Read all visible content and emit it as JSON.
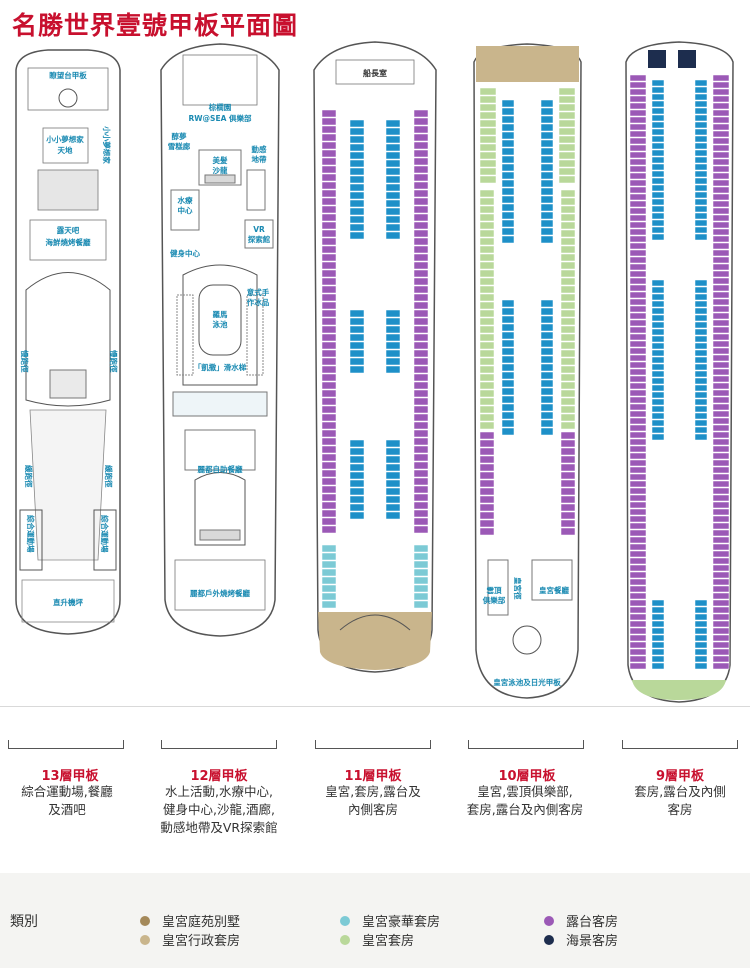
{
  "page_title": "名勝世界壹號甲板平面圖",
  "colors": {
    "title_red": "#c8102e",
    "villa_gold": "#a4895a",
    "exec_suite_beige": "#c9b58c",
    "deluxe_suite_teal": "#7ccad5",
    "palace_suite_green": "#b9d89a",
    "balcony_purple": "#9b59b6",
    "ocean_view_navy": "#1d2d4e",
    "cabin_blue": "#1e90c8"
  },
  "deck13": {
    "labels": {
      "observation": "瞭望台甲板",
      "kids_world": "小小夢想家\n天地",
      "kids_side": "小小夢想家",
      "open_bar": "露天吧",
      "seafood_grill": "海鮮燒烤餐廳",
      "jogging_left": "慢跑徑",
      "jogging_right": "慢跑徑",
      "track_left": "緩跑徑",
      "track_right": "緩跑徑",
      "sports_left": "綜合運動場",
      "sports_right": "綜合運動場",
      "helipad": "直升機坪"
    }
  },
  "deck12": {
    "labels": {
      "palm_garden": "棕櫚園",
      "rwsea": "RW@SEA 俱樂部",
      "dream_ice": "醇夢\n雪糕廊",
      "beauty": "美髮\n沙龍",
      "motion": "動感\n地帶",
      "hydro": "水療\n中心",
      "vr": "VR\n探索館",
      "gym": "健身中心",
      "roman_pool": "羅馬\n泳池",
      "gelato": "意式手\n作冰品",
      "caesar": "「凱撒」滑水梯",
      "buffet": "麗都自助餐廳",
      "bbq": "麗都戶外燒烤餐廳"
    }
  },
  "deck11": {
    "labels": {
      "bridge": "船長室"
    }
  },
  "deck10": {
    "labels": {
      "sky_club": "雲頂\n俱樂部",
      "palace_dining": "皇宮餐廳",
      "palace_walk": "皇宮徑",
      "palace_pool": "皇宮泳池及日光甲板"
    }
  },
  "decks": [
    {
      "name": "13層甲板",
      "desc": "綜合運動場,餐廳\n及酒吧"
    },
    {
      "name": "12層甲板",
      "desc": "水上活動,水療中心,\n健身中心,沙龍,酒廊,\n動感地帶及VR探索館"
    },
    {
      "name": "11層甲板",
      "desc": "皇宮,套房,露台及\n內側客房"
    },
    {
      "name": "10層甲板",
      "desc": "皇宮,雲頂俱樂部,\n套房,露台及內側客房"
    },
    {
      "name": "9層甲板",
      "desc": "套房,露台及內側\n客房"
    }
  ],
  "legend": {
    "title": "類別",
    "items": [
      {
        "label": "皇宮庭苑別墅",
        "color": "#a4895a"
      },
      {
        "label": "皇宮行政套房",
        "color": "#c9b58c"
      },
      {
        "label": "皇宮豪華套房",
        "color": "#7ccad5"
      },
      {
        "label": "皇宮套房",
        "color": "#b9d89a"
      },
      {
        "label": "露台客房",
        "color": "#9b59b6"
      },
      {
        "label": "海景客房",
        "color": "#1d2d4e"
      }
    ]
  }
}
